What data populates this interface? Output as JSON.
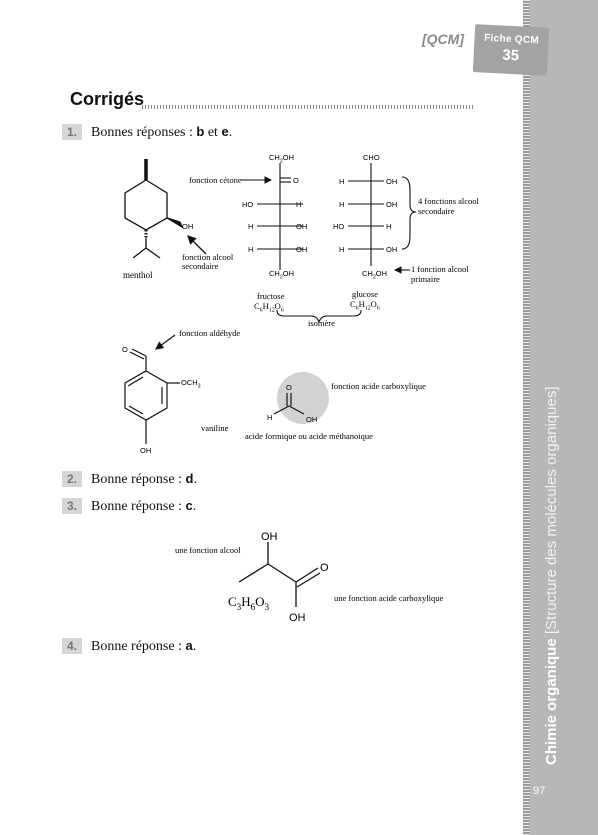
{
  "header": {
    "qcm_label": "[QCM]",
    "fiche_label": "Fiche QCM",
    "fiche_number": "35"
  },
  "sidebar": {
    "subject": "Chimie organique",
    "topic": "[Structure des molécules organiques]",
    "page_number": "97"
  },
  "title": "Corrigés",
  "answers": [
    {
      "number": "1.",
      "prefix": "Bonnes réponses : ",
      "a": "b",
      "joiner": " et ",
      "b": "e",
      "suffix": "."
    },
    {
      "number": "2.",
      "prefix": "Bonne réponse : ",
      "a": "d",
      "suffix": "."
    },
    {
      "number": "3.",
      "prefix": "Bonne réponse : ",
      "a": "c",
      "suffix": "."
    },
    {
      "number": "4.",
      "prefix": "Bonne réponse : ",
      "a": "a",
      "suffix": "."
    }
  ],
  "menthol": {
    "oh": "OH",
    "label": "menthol",
    "annotation_line1": "fonction alcool",
    "annotation_line2": "secondaire"
  },
  "fructose": {
    "top": "CH2OH",
    "ketone_label": "fonction cétone",
    "o": "O",
    "rows": [
      [
        "HO",
        "H"
      ],
      [
        "H",
        "OH"
      ],
      [
        "H",
        "OH"
      ]
    ],
    "bottom": "CH2OH",
    "name": "fructose",
    "formula": "C6H12O6"
  },
  "glucose": {
    "top": "CHO",
    "rows": [
      [
        "H",
        "OH"
      ],
      [
        "H",
        "OH"
      ],
      [
        "HO",
        "H"
      ],
      [
        "H",
        "OH"
      ]
    ],
    "bottom": "CH2OH",
    "name": "glucose",
    "formula": "C6H12O6",
    "alcohol_sec_line1": "4 fonctions alcool",
    "alcohol_sec_line2": "secondaire",
    "alcohol_prim_line1": "1 fonction alcool",
    "alcohol_prim_line2": "primaire"
  },
  "isomere": "isomère",
  "vanilline": {
    "aldehyde_label": "fonction aldéhyde",
    "o": "O",
    "och3": "OCH3",
    "oh": "OH",
    "label": "vaniline"
  },
  "formic": {
    "label": "fonction acide carboxylique",
    "o": "O",
    "h": "H",
    "oh": "OH",
    "name": "acide formique ou acide méthanoique"
  },
  "lactic": {
    "oh_top": "OH",
    "alcohol_label": "une fonction alcool",
    "o": "O",
    "formula": "C3H6O3",
    "oh_bottom": "OH",
    "acid_label": "une fonction acide carboxylique"
  }
}
